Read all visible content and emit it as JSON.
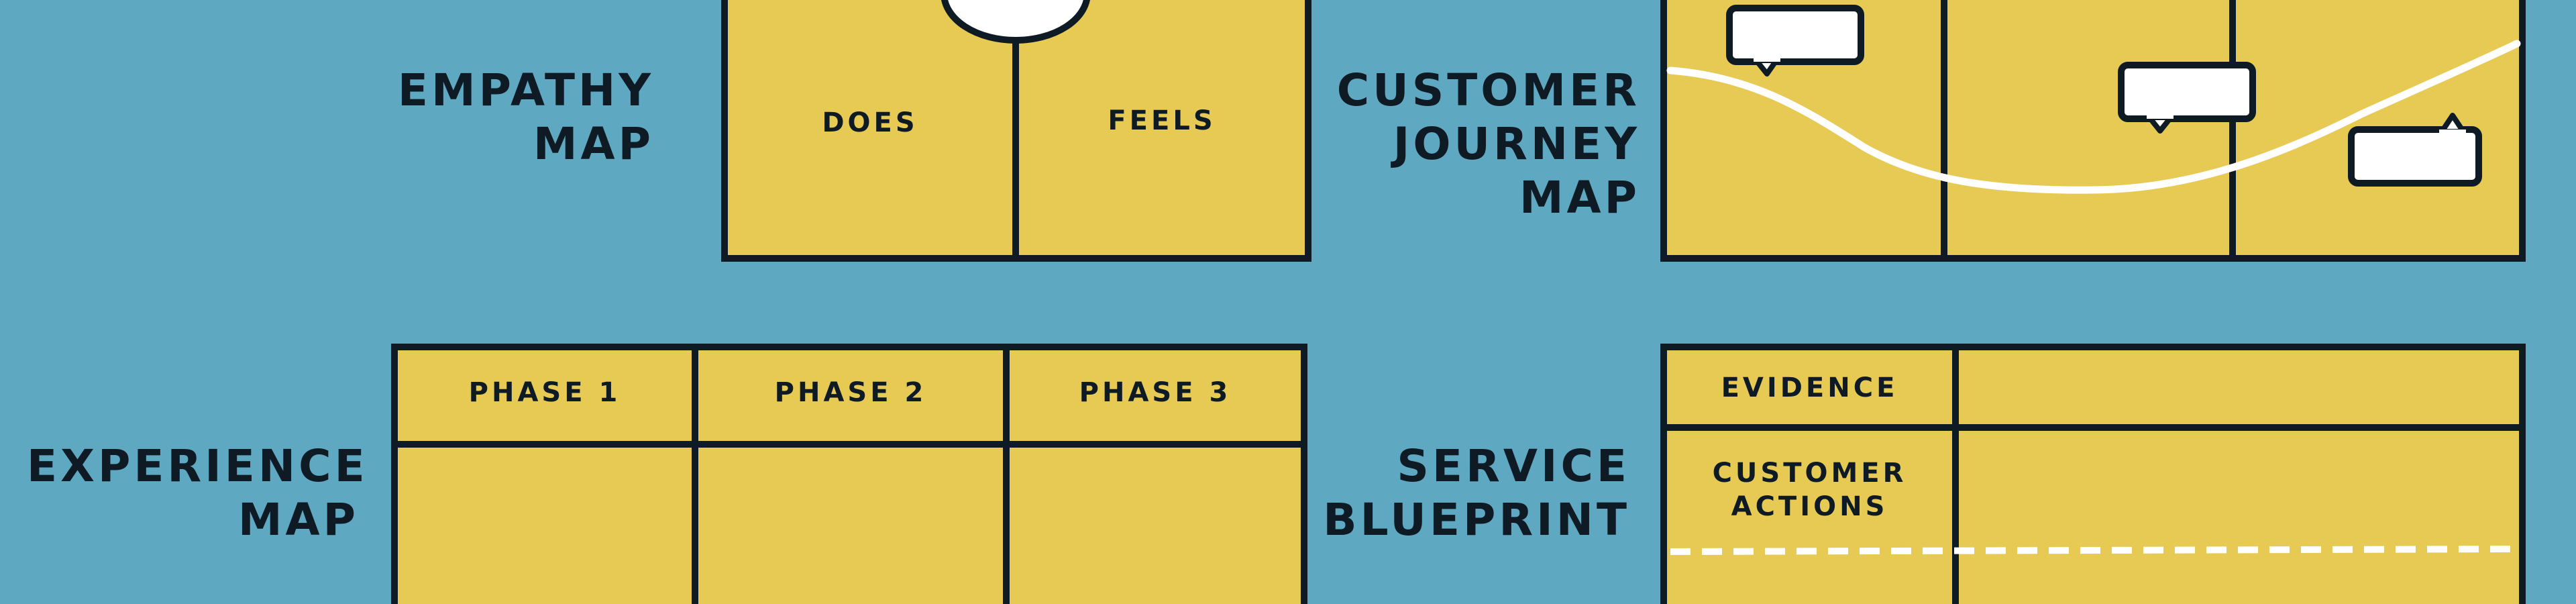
{
  "sections": {
    "empathy_map": {
      "title": "EMPATHY\nMAP",
      "cells": [
        "DOES",
        "FEELS"
      ]
    },
    "customer_journey_map": {
      "title": "CUSTOMER\nJOURNEY\nMAP"
    },
    "experience_map": {
      "title": "EXPERIENCE\nMAP",
      "phases": [
        "PHASE 1",
        "PHASE 2",
        "PHASE 3"
      ]
    },
    "service_blueprint": {
      "title": "SERVICE\nBLUEPRINT",
      "rows": [
        "EVIDENCE",
        "CUSTOMER\nACTIONS"
      ]
    }
  },
  "colors": {
    "background": "#5FA8C2",
    "panel": "#E6CA54",
    "outline": "#0e1a24",
    "highlight": "#FFFFFF"
  }
}
